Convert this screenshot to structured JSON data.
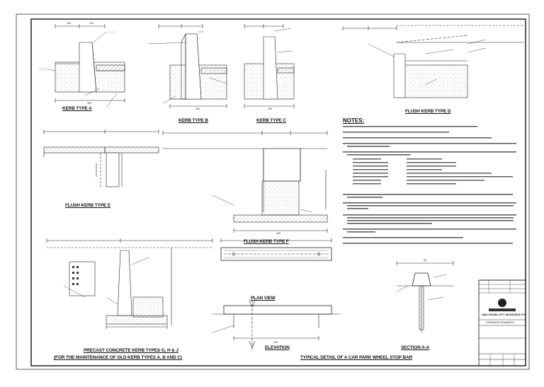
{
  "drawing": {
    "labels": {
      "kerb_a": "KERB TYPE A",
      "kerb_b": "KERB TYPE B",
      "kerb_c": "KERB TYPE C",
      "flush_d": "FLUSH KERB TYPE D",
      "flush_e": "FLUSH KERB TYPE E",
      "flush_f": "FLUSH KERB TYPE F",
      "plan_view": "PLAN VIEW",
      "elevation": "ELEVATION",
      "section_aa": "SECTION A-A",
      "precast_line1": "PRECAST CONCRETE KERB TYPES G, H & J",
      "precast_line2": "(FOR THE MAINTENANCE OF OLD KERB TYPES A, B AND C)",
      "wheel_stop": "TYPICAL DETAIL OF A CAR PARK WHEEL STOP BAR"
    },
    "dims": {
      "d300": "300",
      "d150": "150",
      "d250": "250",
      "d100": "100",
      "d400": "400",
      "d50": "50"
    },
    "notes": {
      "heading": "NOTES:"
    },
    "title_block": {
      "authority": "ABU DHABI CITY MUNICIPALITY",
      "section": "STANDARD DRAWINGS"
    }
  }
}
